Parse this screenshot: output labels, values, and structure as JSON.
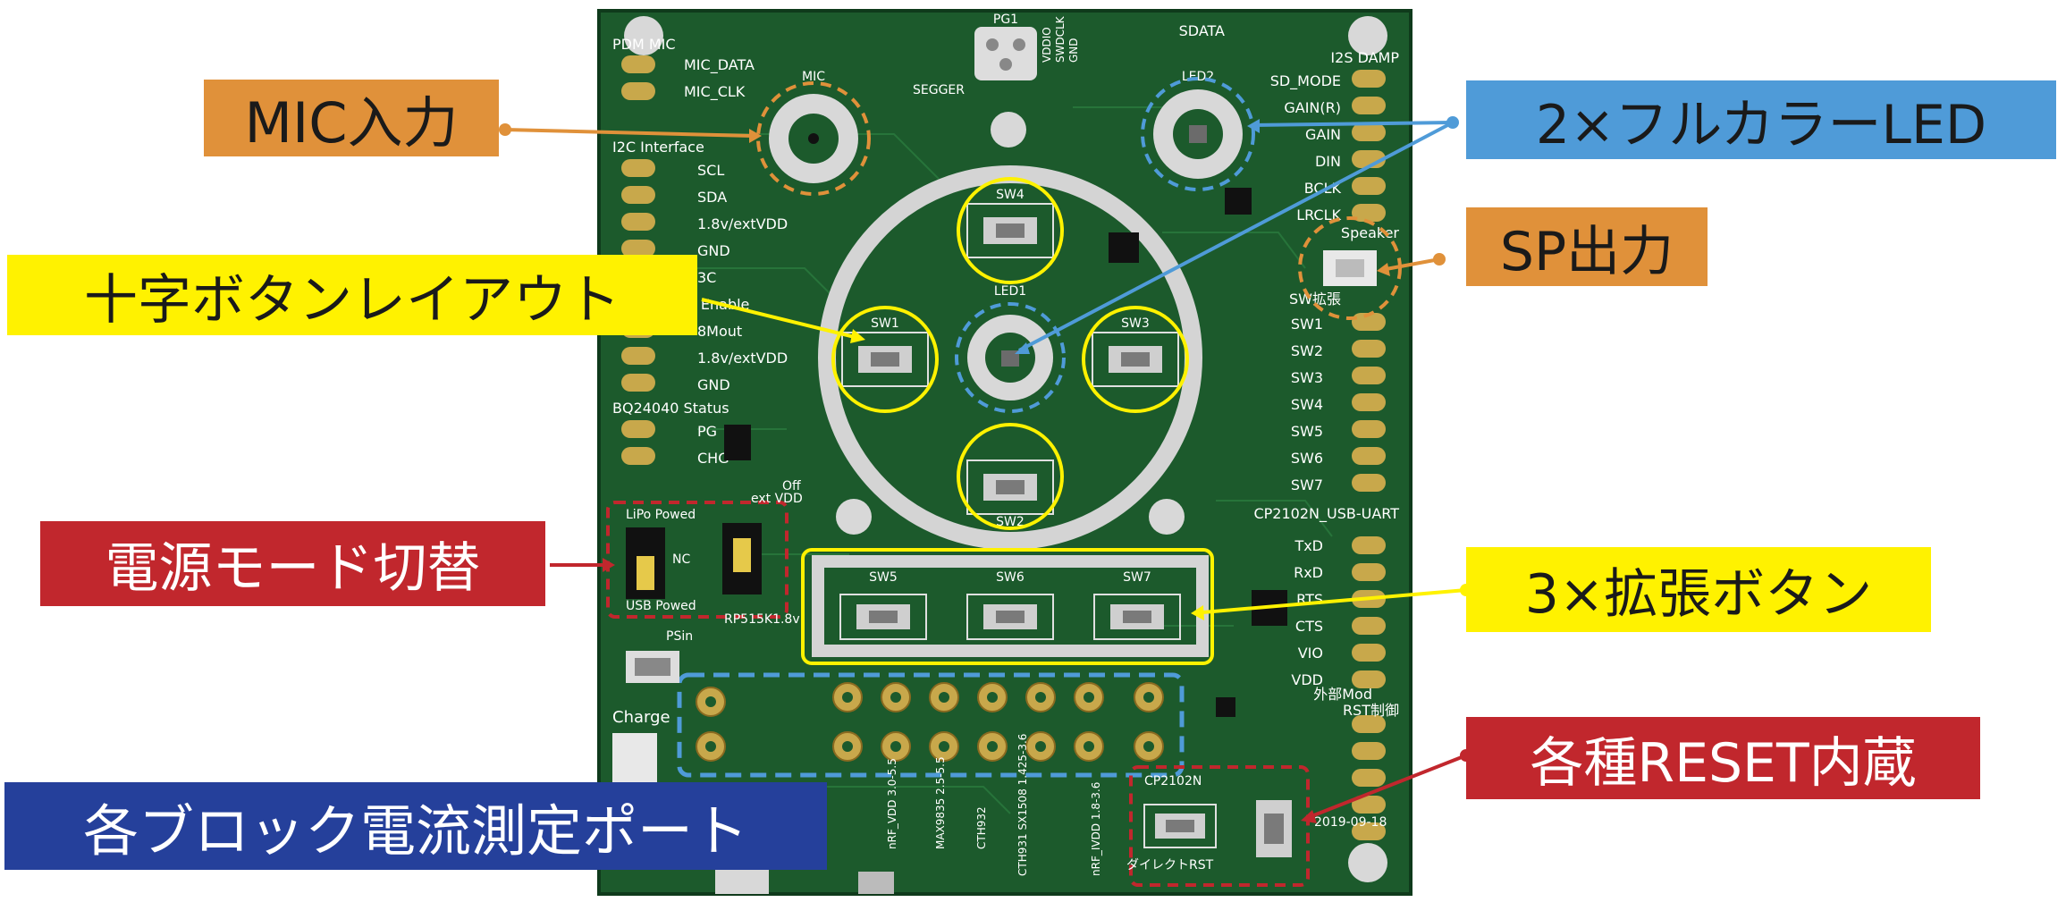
{
  "callouts": {
    "mic_input": "MIC入力",
    "full_color_led": "2×フルカラーLED",
    "sp_output": "SP出力",
    "cross_button_layout": "十字ボタンレイアウト",
    "power_mode_switch": "電源モード切替",
    "expansion_buttons": "3×拡張ボタン",
    "reset_builtin": "各種RESET内蔵",
    "current_ports": "各ブロック電流測定ポート"
  },
  "board": {
    "left_header": [
      "PDM MIC",
      "MIC_DATA",
      "MIC_CLK",
      "I2C Interface",
      "SCL",
      "SDA",
      "1.8v/extVDD",
      "GND",
      "3C",
      "M Enable",
      "8Mout",
      "1.8v/extVDD",
      "GND",
      "BQ24040 Status",
      "PG",
      "CHG"
    ],
    "right_header": [
      "SDATA",
      "I2S DAMP",
      "SD_MODE",
      "GAIN(R)",
      "GAIN",
      "DIN",
      "BCLK",
      "LRCLK",
      "Speaker",
      "SW拡張",
      "SW1",
      "SW2",
      "SW3",
      "SW4",
      "SW5",
      "SW6",
      "SW7",
      "CP2102N_USB-UART",
      "TxD",
      "RxD",
      "RTS",
      "CTS",
      "VIO",
      "VDD",
      "外部Mod",
      "RST制御"
    ],
    "top_labels": [
      "PG1",
      "SEGGER",
      "VDDIO",
      "SWDCLK",
      "GND",
      "MIC",
      "LED2",
      "LED1"
    ],
    "cross_switches": [
      "SW4",
      "SW1",
      "SW3",
      "SW2"
    ],
    "expansion_switches": [
      "SW5",
      "SW6",
      "SW7"
    ],
    "power_labels": [
      "LiPo Powed",
      "NC",
      "USB Powed",
      "Off",
      "ext VDD",
      "RP515K1.8v"
    ],
    "bottom_labels": [
      "PSin",
      "Charge",
      "nRF_VDD 3.0-5.5",
      "MAX9835 2.5-5.5",
      "CTH932",
      "CTH931 SX1508 1.425-3.6",
      "nRF_IVDD 1.8-3.6",
      "CP2102N",
      "ダイレクトRST",
      "2019-09-18"
    ]
  },
  "colors": {
    "pcb": "#1c5a2c",
    "orange": "#e0913a",
    "blue": "#4f9bd8",
    "yellow": "#fff200",
    "red": "#c1272d",
    "navy": "#25409b"
  }
}
